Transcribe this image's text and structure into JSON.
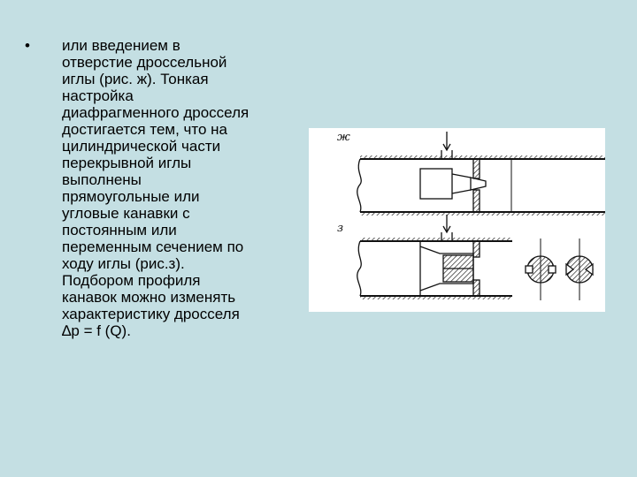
{
  "slide": {
    "bullet_symbol": "•",
    "lines": [
      "или введением в",
      "отверстие дроссельной",
      "иглы (рис. ж). Тонкая",
      "настройка",
      "диафрагменного дросселя",
      "достигается тем, что на",
      "цилиндрической части",
      "перекрывной иглы",
      "выполнены",
      "прямоугольные или",
      "угловые канавки с",
      "постоянным или",
      "переменным сечением по",
      "ходу иглы (рис.з).",
      "Подбором профиля",
      "канавок можно изменять",
      "характеристику дросселя",
      "∆p = f (Q)."
    ]
  },
  "figure": {
    "label_top": "ж",
    "label_bottom": "з"
  }
}
